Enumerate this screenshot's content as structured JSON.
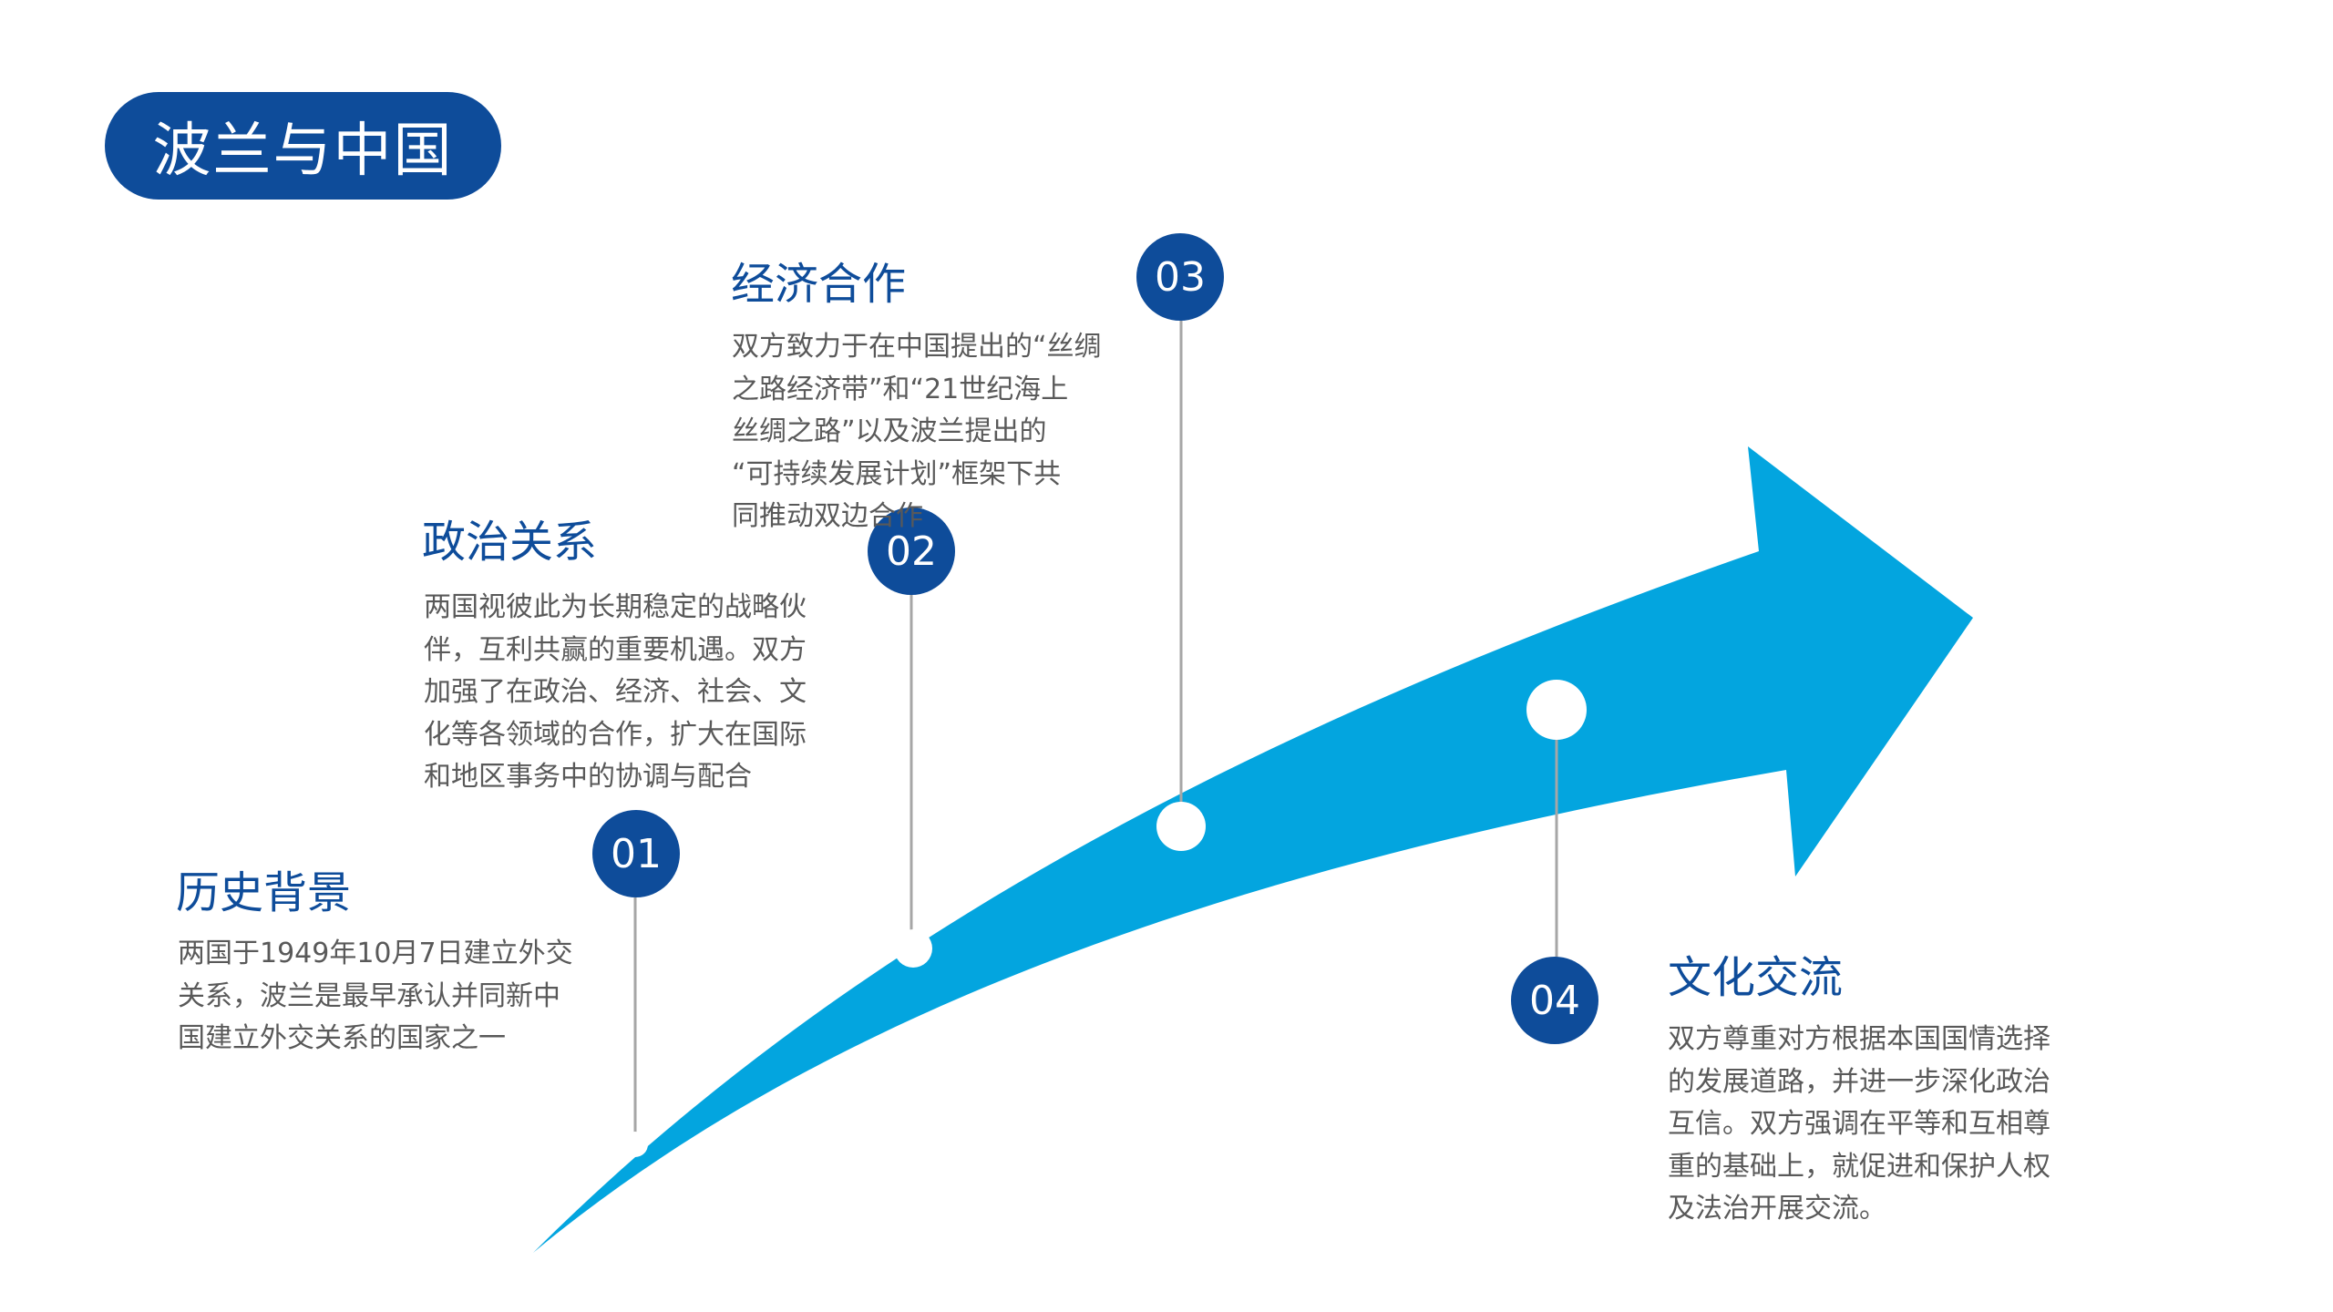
{
  "title": "波兰与中国",
  "colors": {
    "accent_dark": "#0e4c9a",
    "arrow": "#03a5df",
    "connector": "#a6a6a6",
    "body_text": "#595959"
  },
  "sections": [
    {
      "number": "01",
      "title": "历史背景",
      "body": "两国于1949年10月7日建立外交\n关系，波兰是最早承认并同新中\n国建立外交关系的国家之一"
    },
    {
      "number": "02",
      "title": "政治关系",
      "body": "两国视彼此为长期稳定的战略伙\n伴，互利共赢的重要机遇。双方\n加强了在政治、经济、社会、文\n化等各领域的合作，扩大在国际\n和地区事务中的协调与配合"
    },
    {
      "number": "03",
      "title": "经济合作",
      "body": "双方致力于在中国提出的“丝绸\n之路经济带”和“21世纪海上\n丝绸之路”以及波兰提出的\n“可持续发展计划”框架下共\n同推动双边合作"
    },
    {
      "number": "04",
      "title": "文化交流",
      "body": "双方尊重对方根据本国国情选择\n的发展道路，并进一步深化政治\n互信。双方强调在平等和互相尊\n重的基础上，就促进和保护人权\n及法治开展交流。"
    }
  ]
}
